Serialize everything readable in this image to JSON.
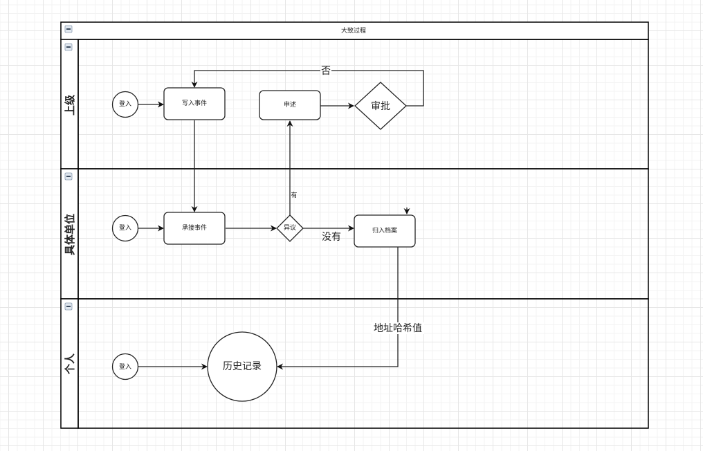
{
  "diagram": {
    "title": "大致过程",
    "lanes": [
      {
        "id": "lane-superior",
        "label": "上级"
      },
      {
        "id": "lane-unit",
        "label": "具体单位"
      },
      {
        "id": "lane-individual",
        "label": "个人"
      }
    ],
    "nodes": {
      "login1": "登入",
      "login2": "登入",
      "login3": "登入",
      "write_event": "写入事件",
      "statement": "申述",
      "approval": "审批",
      "accept_event": "承接事件",
      "objection": "异议",
      "archive": "归入档案",
      "history": "历史记录"
    },
    "edge_labels": {
      "reject": "否",
      "has_objection": "有",
      "no_objection": "没有",
      "address_hash": "地址哈希值"
    },
    "icons": {
      "collapse": "collapse-minus-icon"
    }
  }
}
